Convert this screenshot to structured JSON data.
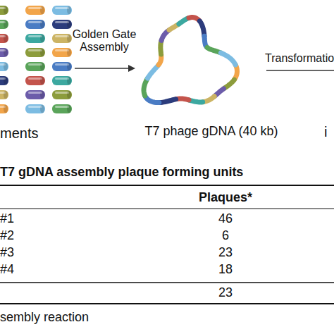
{
  "diagram": {
    "labels": [
      "ments",
      "Golden Gate Assembly",
      "T7 phage gDNA (40 kb)",
      "Transformatio",
      "i",
      "T7 gDNA assembly plaque forming units",
      "Plaques*",
      "#1",
      "46",
      "#2",
      "6",
      "#3",
      "23",
      "#4",
      "18",
      "23",
      "sembly reaction"
    ]
  }
}
